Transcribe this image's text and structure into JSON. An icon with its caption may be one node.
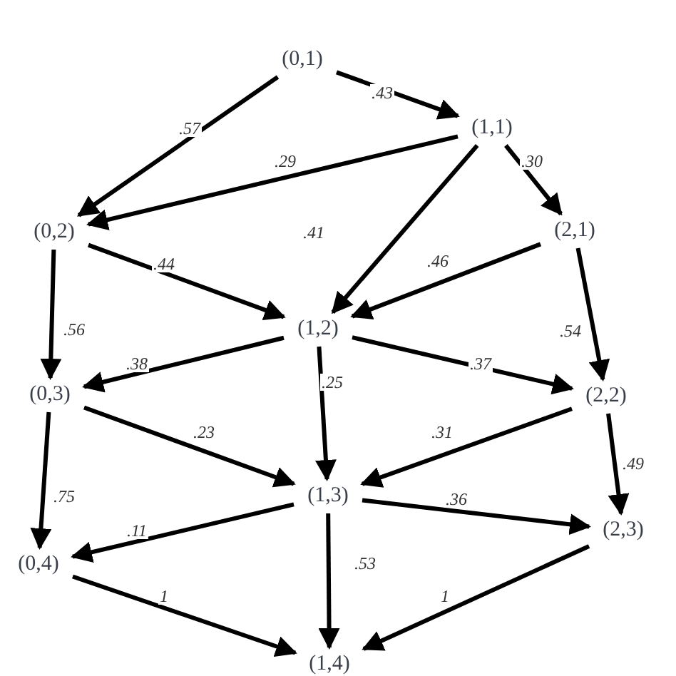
{
  "diagram": {
    "nodes": [
      {
        "text": [
          "(0,1)"
        ]
      },
      {
        "text": [
          "(1,1)"
        ]
      },
      {
        "text": [
          "(0,2)"
        ]
      },
      {
        "text": [
          "(2,1)"
        ]
      },
      {
        "text": [
          "(1,2)"
        ]
      },
      {
        "text": [
          "(0,3)"
        ]
      },
      {
        "text": [
          "(2,2)"
        ]
      },
      {
        "text": [
          "(1,3)"
        ]
      },
      {
        "text": [
          "(2,3)"
        ]
      },
      {
        "text": [
          "(0,4)"
        ]
      },
      {
        "text": [
          "(1,4)"
        ]
      }
    ],
    "edges": [
      {
        "from": 0,
        "to": 2,
        "arrow": "to",
        "label": ".57"
      },
      {
        "from": 0,
        "to": 1,
        "arrow": "to",
        "label": ".43"
      },
      {
        "from": 1,
        "to": 2,
        "arrow": "to",
        "label": ".29"
      },
      {
        "from": 1,
        "to": 4,
        "arrow": "to",
        "label": ".41"
      },
      {
        "from": 1,
        "to": 3,
        "arrow": "to",
        "label": ".30"
      },
      {
        "from": 2,
        "to": 4,
        "arrow": "to",
        "label": ".44"
      },
      {
        "from": 2,
        "to": 5,
        "arrow": "to",
        "label": ".56"
      },
      {
        "from": 3,
        "to": 4,
        "arrow": "to",
        "label": ".46"
      },
      {
        "from": 3,
        "to": 6,
        "arrow": "to",
        "label": ".54"
      },
      {
        "from": 4,
        "to": 5,
        "arrow": "to",
        "label": ".38"
      },
      {
        "from": 4,
        "to": 7,
        "arrow": "to",
        "label": ".25"
      },
      {
        "from": 4,
        "to": 6,
        "arrow": "to",
        "label": ".37"
      },
      {
        "from": 5,
        "to": 7,
        "arrow": "to",
        "label": ".23"
      },
      {
        "from": 6,
        "to": 7,
        "arrow": "to",
        "label": ".31"
      },
      {
        "from": 6,
        "to": 8,
        "arrow": "to",
        "label": ".49"
      },
      {
        "from": 5,
        "to": 9,
        "arrow": "to",
        "label": ".75"
      },
      {
        "from": 7,
        "to": 9,
        "arrow": "to",
        "label": ".11"
      },
      {
        "from": 7,
        "to": 8,
        "arrow": "to",
        "label": ".36"
      },
      {
        "from": 7,
        "to": 10,
        "arrow": "to",
        "label": ".53"
      },
      {
        "from": 9,
        "to": 10,
        "arrow": "to",
        "label": "1"
      },
      {
        "from": 8,
        "to": 10,
        "arrow": "to",
        "label": "1"
      }
    ]
  }
}
